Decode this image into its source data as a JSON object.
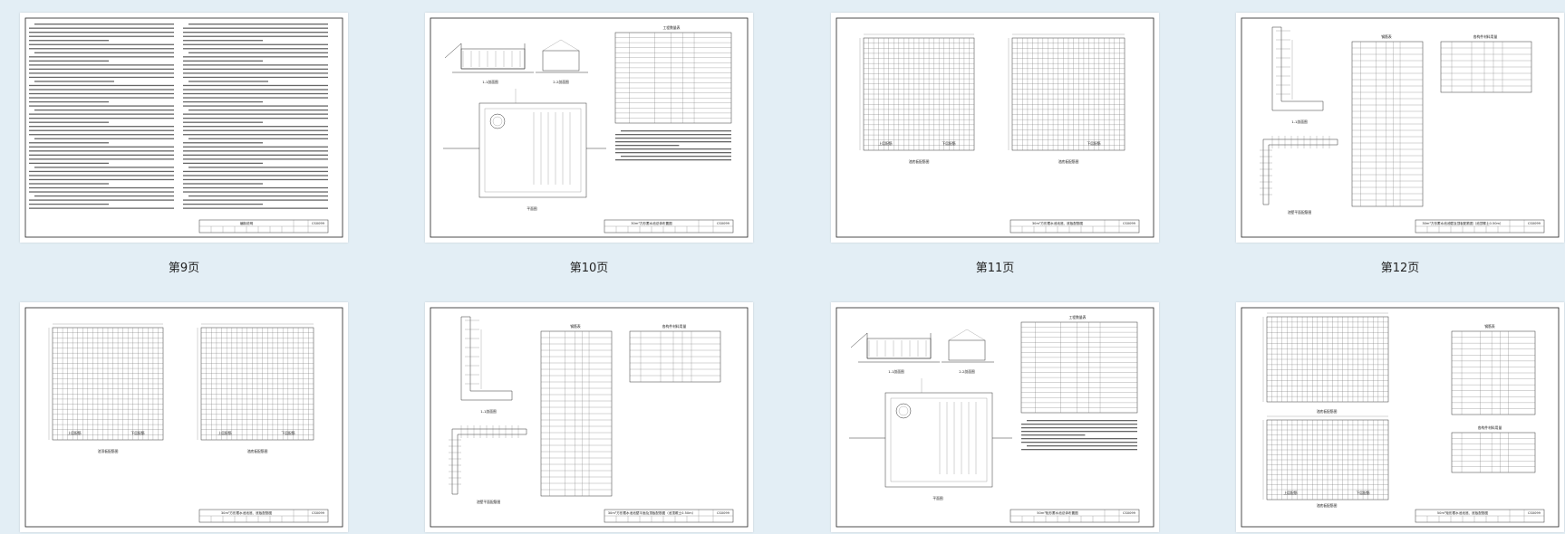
{
  "pages": [
    {
      "label": "第9页",
      "kind": "text",
      "title_block": "编制说明",
      "drawing_no": "CS0099"
    },
    {
      "label": "第10页",
      "kind": "tank-plan",
      "title_block": "30m³方形蓄水池总体布置图",
      "drawing_no": "CS0099",
      "views": [
        "1-1剖面图",
        "2-2剖面图",
        "平面图"
      ],
      "table_title": "工程数量表"
    },
    {
      "label": "第11页",
      "kind": "rebar-pair",
      "title_block": "30m³方形蓄水池池底、底板配筋图",
      "drawing_no": "CS0099",
      "views": [
        "池底板配筋图",
        "池底板配筋图"
      ],
      "sub_labels": [
        "上层配筋",
        "下层配筋",
        "下层配筋"
      ]
    },
    {
      "label": "第12页",
      "kind": "rebar-section",
      "title_block": "30m³方形蓄水池池壁及顶板配筋图（池顶覆土0.50m）",
      "drawing_no": "CS0099",
      "views": [
        "1-1剖面图",
        "池壁平面配筋图"
      ],
      "table_titles": [
        "钢筋表",
        "各构件材料用量"
      ]
    },
    {
      "label": "",
      "kind": "rebar-pair",
      "title_block": "30m³方形蓄水池池底、底板配筋图",
      "drawing_no": "CS0099",
      "views": [
        "池顶板配筋图",
        "池底板配筋图"
      ],
      "sub_labels": [
        "上层配筋",
        "下层配筋",
        "上层配筋",
        "下层配筋"
      ]
    },
    {
      "label": "",
      "kind": "rebar-section",
      "title_block": "30m³方形蓄水池池壁平面及顶板配筋图（池顶覆土0.50m）",
      "drawing_no": "CS0099",
      "views": [
        "1-1剖面图",
        "池壁平面配筋图"
      ],
      "table_titles": [
        "钢筋表",
        "各构件材料用量"
      ]
    },
    {
      "label": "",
      "kind": "tank-plan",
      "title_block": "50m³矩形蓄水池总体布置图",
      "drawing_no": "CS0099",
      "views": [
        "1-1剖面图",
        "2-2剖面图",
        "平面图"
      ],
      "table_title": "工程数量表"
    },
    {
      "label": "",
      "kind": "rebar-stack",
      "title_block": "50m³矩形蓄水池池底、底板配筋图",
      "drawing_no": "CS0099",
      "views": [
        "池底板配筋图",
        "池底板配筋图"
      ],
      "table_titles": [
        "钢筋表",
        "各构件材料用量"
      ],
      "sub_labels": [
        "上层配筋",
        "下层配筋"
      ]
    }
  ]
}
